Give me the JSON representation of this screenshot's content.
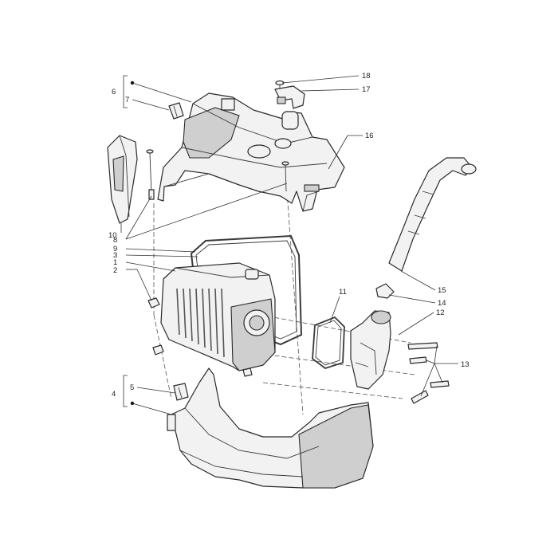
{
  "callouts": [
    {
      "id": "c1",
      "text": "1"
    },
    {
      "id": "c2",
      "text": "2"
    },
    {
      "id": "c3",
      "text": "3"
    },
    {
      "id": "c4",
      "text": "4"
    },
    {
      "id": "c5",
      "text": "5"
    },
    {
      "id": "c6",
      "text": "6"
    },
    {
      "id": "c7",
      "text": "7"
    },
    {
      "id": "c8",
      "text": "8"
    },
    {
      "id": "c9",
      "text": "9"
    },
    {
      "id": "c10",
      "text": "10"
    },
    {
      "id": "c11",
      "text": "11"
    },
    {
      "id": "c12",
      "text": "12"
    },
    {
      "id": "c13",
      "text": "13"
    },
    {
      "id": "c14",
      "text": "14"
    },
    {
      "id": "c15",
      "text": "15"
    },
    {
      "id": "c16",
      "text": "16"
    },
    {
      "id": "c17",
      "text": "17"
    },
    {
      "id": "c18",
      "text": "18"
    }
  ],
  "colors": {
    "part_fill": "#f2f2f2",
    "part_shadow": "#cfcfcf",
    "line": "#2a2a2a",
    "background": "#ffffff"
  }
}
